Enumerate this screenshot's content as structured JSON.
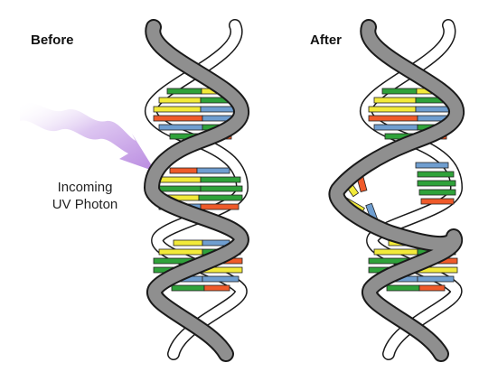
{
  "panels": {
    "before": {
      "label": "Before"
    },
    "after": {
      "label": "After"
    }
  },
  "photon": {
    "line1": "Incoming",
    "line2": "UV Photon"
  },
  "colors": {
    "backbone": "#8f8f8f",
    "backbone_outline": "#1a1a1a",
    "base_green": "#2fa23a",
    "base_yellow": "#f2ea3a",
    "base_red": "#ef5a2a",
    "base_blue": "#6f9ed0",
    "photon_arrow": "#c9a3e6"
  }
}
